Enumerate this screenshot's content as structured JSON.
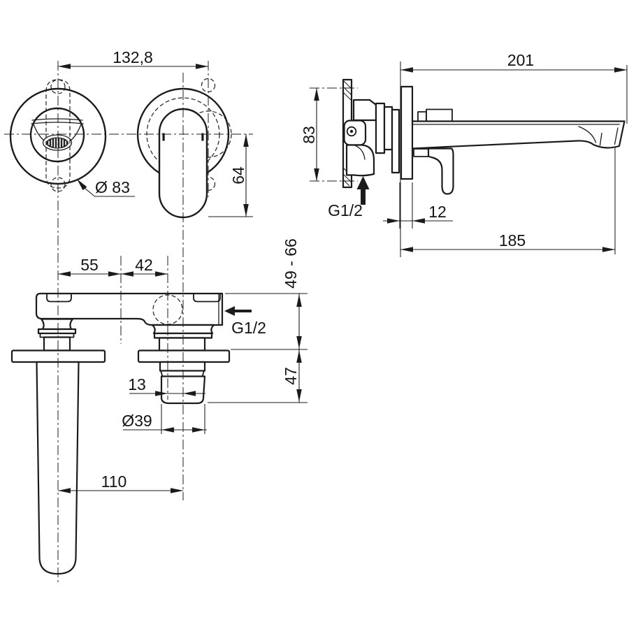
{
  "drawing": {
    "background_color": "#ffffff",
    "ink_color": "#1b1b1b",
    "views": {
      "front": {
        "dim_center_distance": "132,8",
        "dim_handle_below_axis": "64",
        "label_escutcheon_diameter": "Ø 83"
      },
      "side": {
        "dim_spout_tip_reach": "201",
        "dim_bracket_height": "83",
        "label_inlet_thread": "G1/2",
        "dim_wall_plate_thickness": "12",
        "dim_outlet_reach": "185"
      },
      "bottom": {
        "dim_spout_center_to_mid": "55",
        "dim_mid_to_valve_center": "42",
        "label_inlet_thread": "G1/2",
        "dim_installation_depth_range": "49 - 66",
        "dim_protrusion_below_wall": "47",
        "dim_outlet_offset": "13",
        "label_aerator_diameter": "Ø39",
        "dim_spout_center_to_outlet": "110"
      }
    }
  }
}
